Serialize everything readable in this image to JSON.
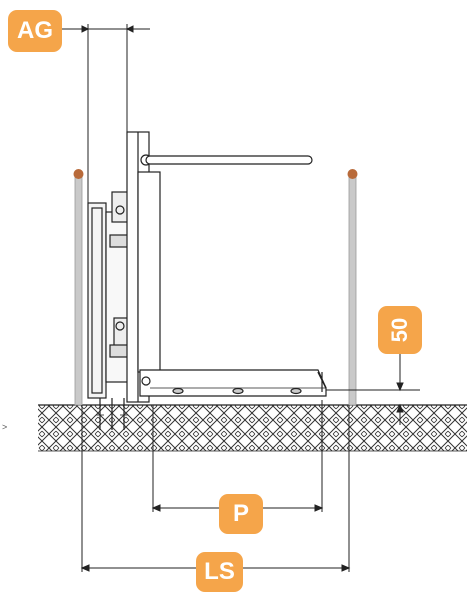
{
  "labels": {
    "ag": "AG",
    "p": "P",
    "ls": "LS",
    "height_50": "50"
  },
  "colors": {
    "badge": "#f5a54a",
    "badge_text": "#ffffff",
    "line": "#222222",
    "post": "#c9c9c9",
    "post_cap": "#b86a3a"
  }
}
